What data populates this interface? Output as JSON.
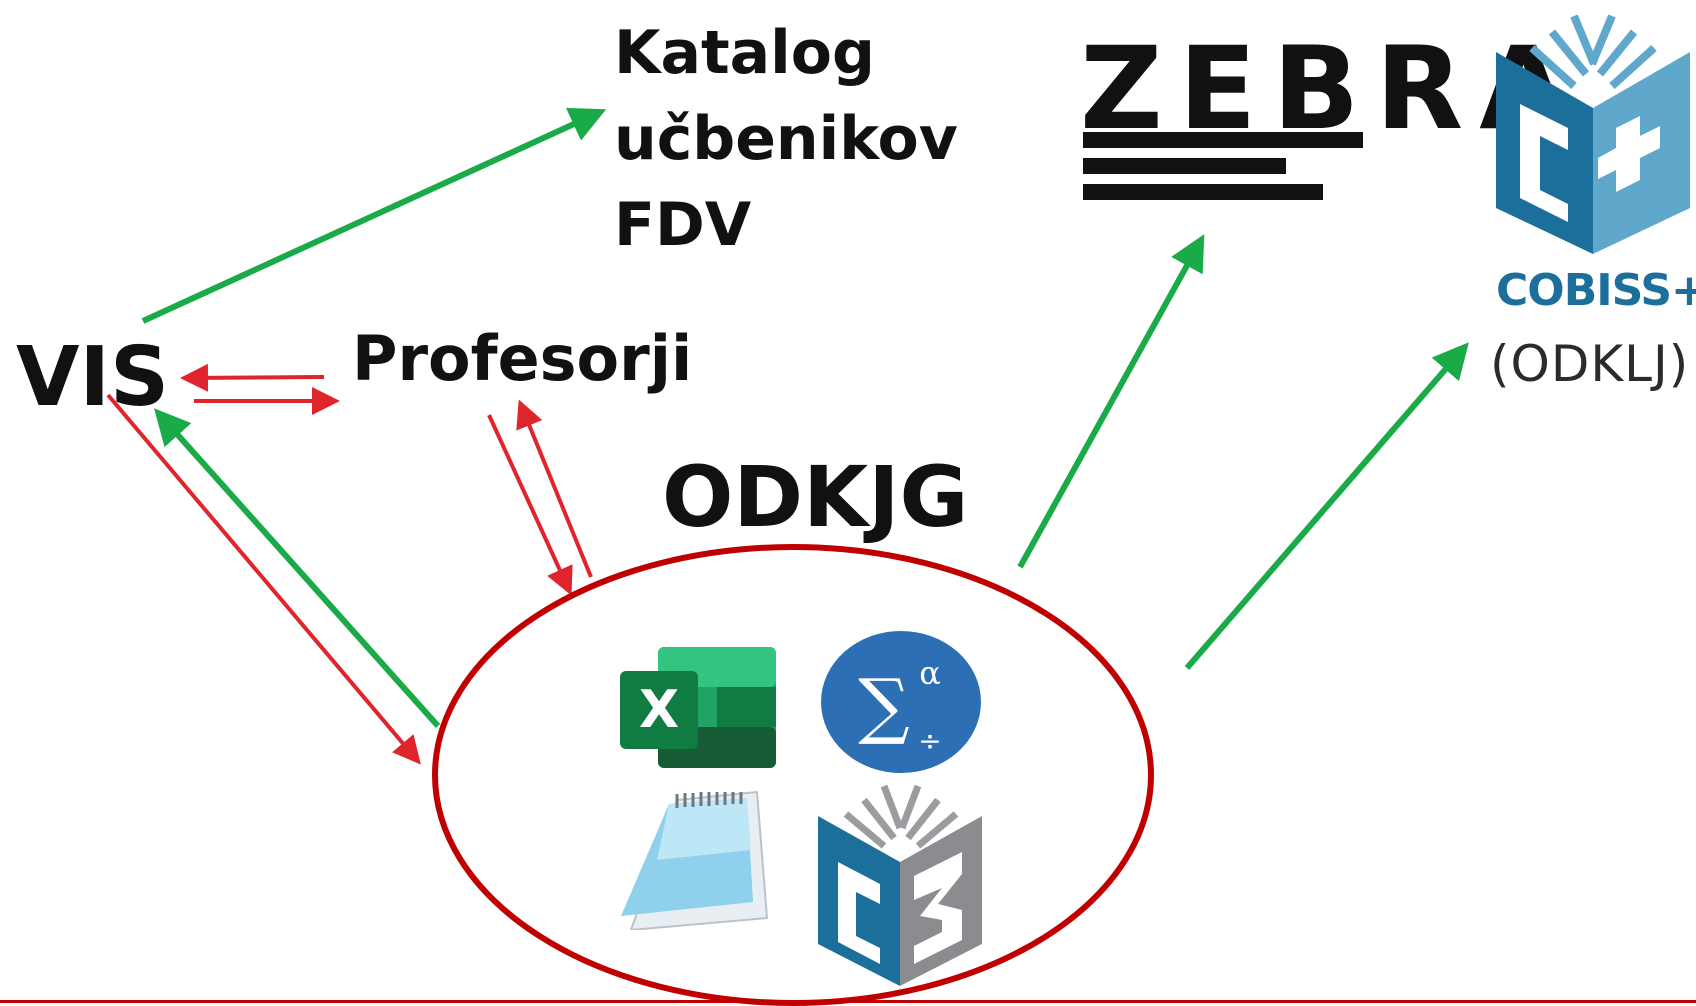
{
  "nodes": {
    "vis": "VIS",
    "professors": "Profesorji",
    "department": "ODKJG",
    "catalog_lines": [
      "Katalog",
      "učbenikov",
      "FDV"
    ]
  },
  "logos": {
    "zebra": "ZEBRA",
    "cobiss": "COBISS+",
    "cobiss_caption": "(ODKLJ)"
  },
  "tools": {
    "excel_letter": "X",
    "math_sigma": "∑",
    "math_alpha": "α",
    "math_divide": "÷"
  },
  "colors": {
    "green_arrow": "#1aaa48",
    "red_arrow": "#e0242c",
    "ellipse_outline": "#c00000",
    "excel_green": "#1f8a4c",
    "math_blue": "#2d6fb5",
    "cobiss_blue": "#1d6f9b",
    "cobiss_light": "#5fa8cc",
    "c3_gray": "#8a8c8f"
  },
  "icons": [
    "excel-icon",
    "math-editor-icon",
    "notepad-icon",
    "cobiss3-icon",
    "cobiss-plus-logo",
    "zebra-logo"
  ]
}
